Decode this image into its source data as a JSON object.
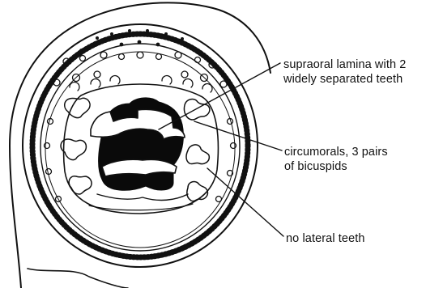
{
  "labels": {
    "supraoral_line1": "supraoral lamina with 2",
    "supraoral_line2": "widely separated teeth",
    "circumorals_line1": "circumorals, 3 pairs",
    "circumorals_line2": "of bicuspids",
    "lateral": "no lateral teeth"
  },
  "colors": {
    "ink": "#111111",
    "background": "#ffffff"
  }
}
